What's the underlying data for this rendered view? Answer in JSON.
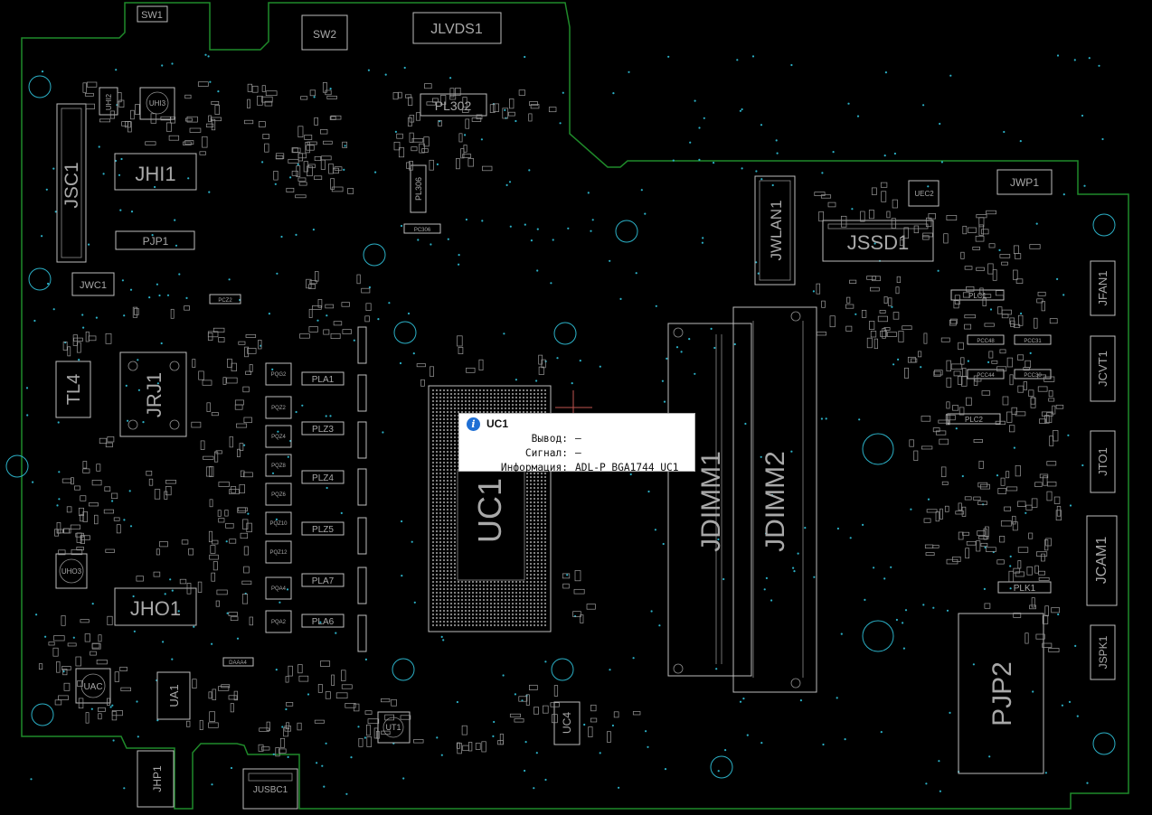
{
  "board": {
    "labels": {
      "jsc1": "JSC1",
      "jhi1": "JHI1",
      "uhi3": "UHI3",
      "uhi2": "UHI2",
      "jwc1": "JWC1",
      "tl4": "TL4",
      "jrj1": "JRJ1",
      "jho1": "JHO1",
      "uho3": "UHO3",
      "uac": "UAC",
      "ua1": "UA1",
      "jhp1": "JHP1",
      "jusbc1": "JUSBC1",
      "ut1": "UT1",
      "uc4": "UC4",
      "jlvds1": "JLVDS1",
      "sw2": "SW2",
      "sw1": "SW1",
      "pl302": "PL302",
      "pl306": "PL306",
      "pc306": "PC306",
      "jwlan1": "JWLAN1",
      "jssd1": "JSSD1",
      "uec2": "UEC2",
      "jwp1": "JWP1",
      "jdimm1": "JDIMM1",
      "jdimm2": "JDIMM2",
      "pjp2": "PJP2",
      "jfan1": "JFAN1",
      "jcvt1": "JCVT1",
      "jto1": "JTO1",
      "jcam1": "JCAM1",
      "jspk1": "JSPK1",
      "uc1": "UC1",
      "plc1": "PLC1",
      "plc2": "PLC2",
      "plk1": "PLK1",
      "pjp1": "PJP1",
      "pcz2": "PCZ2",
      "daaa4": "DAAA4",
      "pla1": "PLA1",
      "plz3": "PLZ3",
      "plz4": "PLZ4",
      "plz5": "PLZ5",
      "pla7": "PLA7",
      "pla6": "PLA6",
      "pqz2": "PQZ2",
      "pqz4": "PQZ4",
      "pqz8": "PQZ8",
      "pqz6": "PQZ6",
      "pqz10": "PQZ10",
      "pqz12": "PQZ12",
      "pqa4": "PQA4",
      "pqa2": "PQA2",
      "pqg2": "PQG2",
      "pcc48": "PCC48",
      "pcc31": "PCC31",
      "pcc44": "PCC44",
      "pcc30": "PCC30"
    }
  },
  "tooltip": {
    "icon": "info-icon",
    "title": "UC1",
    "rows": [
      {
        "key": "Вывод:",
        "value": "—"
      },
      {
        "key": "Сигнал:",
        "value": "—"
      },
      {
        "key": "Информация:",
        "value": "ADL-P_BGA1744 UC1"
      }
    ]
  },
  "colors": {
    "background": "#000000",
    "board_outline": "#1f8a2a",
    "silkscreen": "#a8a8a8",
    "mounting_holes": "#2bb0c6",
    "cursor_marker": "#c0544f",
    "tooltip_bg": "#ffffff",
    "info_icon": "#1f6fd4"
  }
}
